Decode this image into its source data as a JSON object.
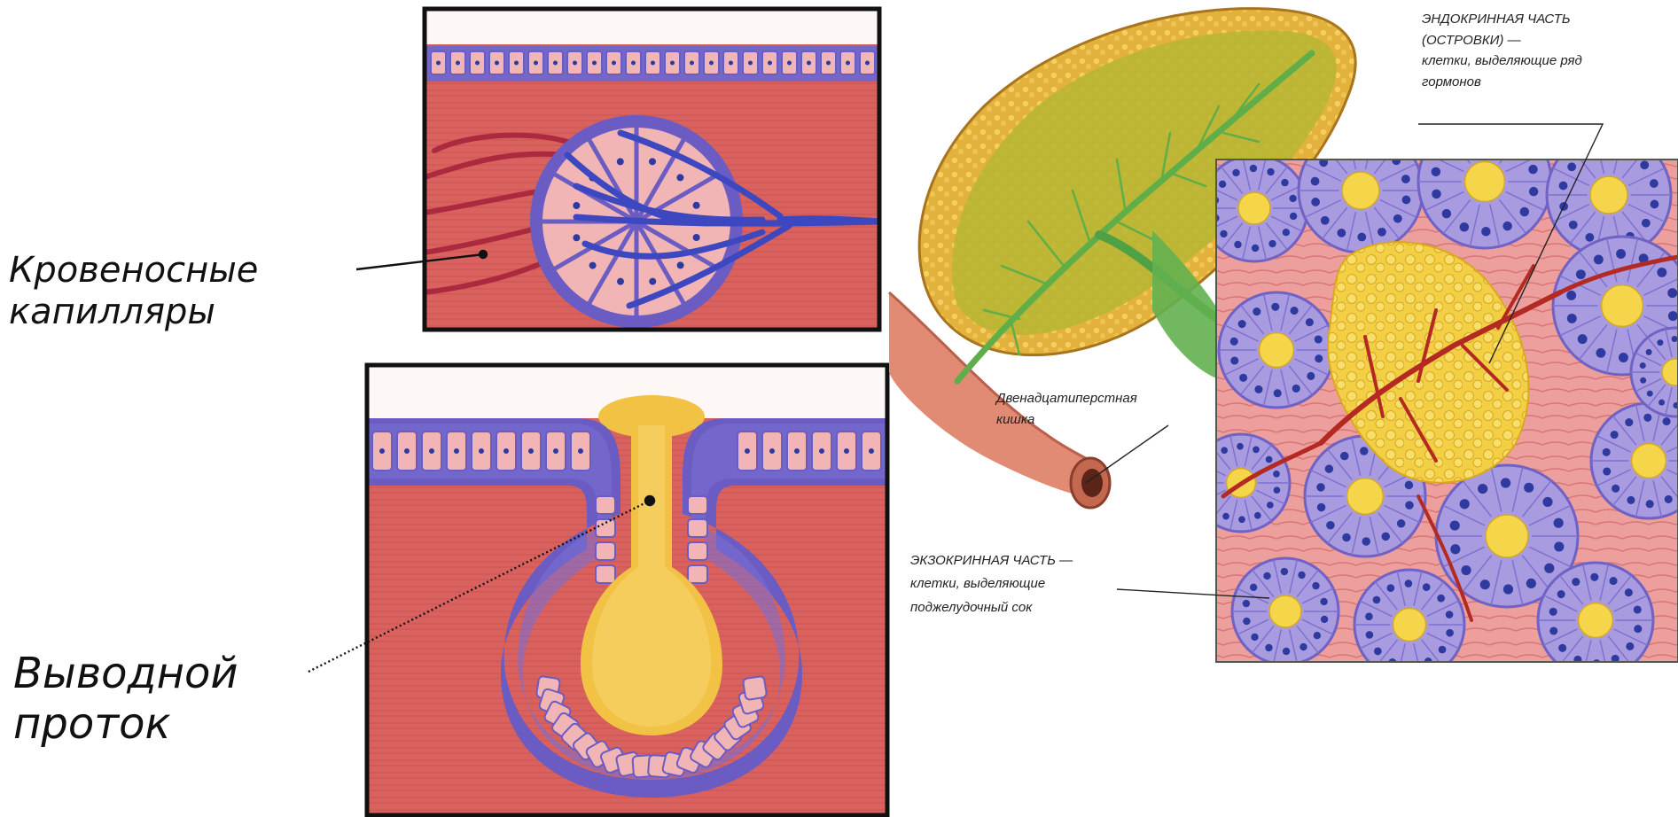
{
  "labels": {
    "capillaries": [
      "Кровеносные",
      "капилляры"
    ],
    "duct": [
      "Выводной",
      "проток"
    ],
    "duodenum": [
      "Двенадцатиперстная",
      "кишка"
    ],
    "endocrine": [
      "ЭНДОКРИННАЯ ЧАСТЬ",
      "(ОСТРОВКИ) —",
      "клетки, выделяющие ряд",
      "гормонов"
    ],
    "exocrine": [
      "ЭКЗОКРИННАЯ ЧАСТЬ —",
      "клетки, выделяющие",
      "поджелудочный сок"
    ]
  },
  "colors": {
    "tissue": "#d9625f",
    "tissue_dark": "#c44c4c",
    "epithelium": "#6a5cc2",
    "cell_fill": "#f2b5b5",
    "capillary_red": "#a8243c",
    "capillary_blue": "#3d48c0",
    "secretion": "#f2c244",
    "gland_green": "#7cb342",
    "acinus_fill": "#a99be0",
    "islet": "#f5d54a",
    "nucleus": "#2f3aa0"
  }
}
